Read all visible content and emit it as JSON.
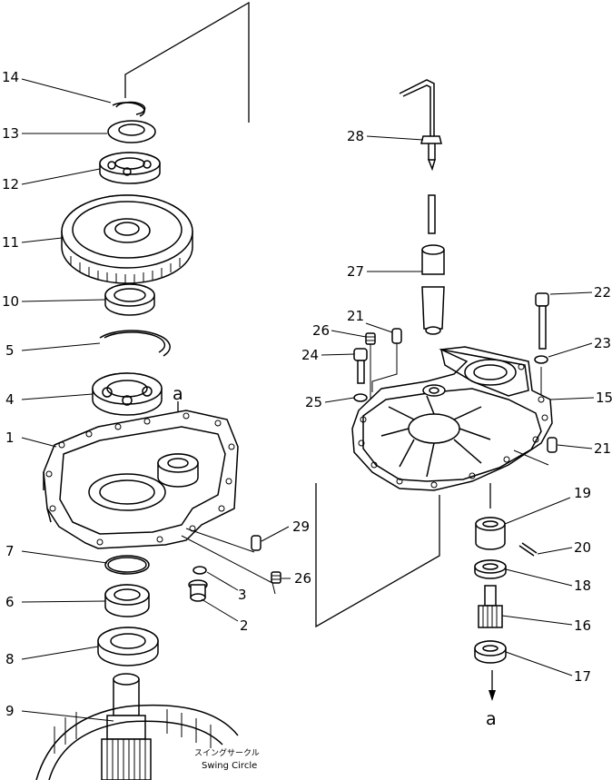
{
  "callouts": {
    "c14": "14",
    "c13": "13",
    "c12": "12",
    "c11": "11",
    "c10": "10",
    "c5": "5",
    "c4": "4",
    "c1": "1",
    "c7": "7",
    "c6": "6",
    "c8": "8",
    "c9": "9",
    "c29": "29",
    "c26a": "26",
    "c3": "3",
    "c2": "2",
    "c28": "28",
    "c27": "27",
    "c22": "22",
    "c21a": "21",
    "c26b": "26",
    "c24": "24",
    "c23": "23",
    "c25": "25",
    "c15": "15",
    "c21b": "21",
    "c19": "19",
    "c20": "20",
    "c18": "18",
    "c16": "16",
    "c17": "17"
  },
  "refs": {
    "a_top": "a",
    "a_bottom": "a"
  },
  "swing_circle": {
    "jp": "スイングサークル",
    "en": "Swing Circle"
  }
}
